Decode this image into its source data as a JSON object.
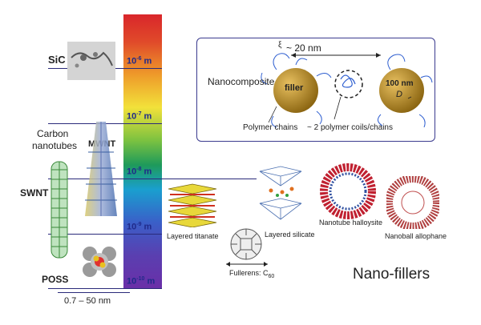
{
  "scale": {
    "ticks": [
      {
        "base": "10",
        "exp": "-6",
        "unit": "m"
      },
      {
        "base": "10",
        "exp": "-7",
        "unit": "m"
      },
      {
        "base": "10",
        "exp": "-8",
        "unit": "m"
      },
      {
        "base": "10",
        "exp": "-9",
        "unit": "m"
      },
      {
        "base": "10",
        "exp": "-10",
        "unit": "m"
      }
    ]
  },
  "left_labels": {
    "sic": "SiC",
    "carbon": "Carbon",
    "nanotubes": "nanotubes",
    "mwnt": "MWNT",
    "swnt": "SWNT",
    "poss": "POSS",
    "range": "0.7 – 50 nm"
  },
  "inset": {
    "title": "Nanocomposite",
    "distance": "~ 20 nm",
    "xi": "ξ",
    "filler": "filler",
    "size": "100 nm",
    "diameter": "D",
    "polymer_chains": "Polymer chains",
    "coils": "~ 2 polymer coils/chains"
  },
  "fillers": {
    "layered_titanate": "Layered titanate",
    "layered_silicate": "Layered silicate",
    "nanotube_halloysite": "Nanotube halloysite",
    "nanoball_allophane": "Nanoball allophane",
    "fullerens": "Fullerens: C",
    "fullerens_sub": "60",
    "nano_fillers": "Nano-fillers"
  },
  "colors": {
    "line": "#2a2a7a",
    "scale_text": "#1f2a8a",
    "filler_ball": "#b8860b",
    "chain": "#2f5fd0"
  }
}
